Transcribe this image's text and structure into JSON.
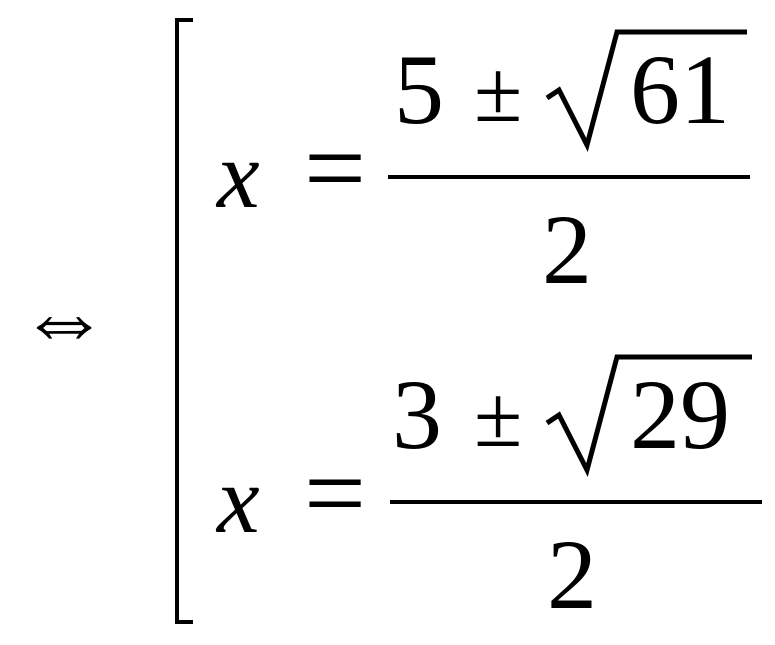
{
  "equivalence": {
    "symbol": "⇔",
    "icon": "double-arrow-icon"
  },
  "equations": [
    {
      "variable": "x",
      "relation": "=",
      "numerator_term": "5",
      "operator": "±",
      "radical_icon": "square-root-icon",
      "radicand": "61",
      "denominator": "2"
    },
    {
      "variable": "x",
      "relation": "=",
      "numerator_term": "3",
      "operator": "±",
      "radical_icon": "square-root-icon",
      "radicand": "29",
      "denominator": "2"
    }
  ],
  "colors": {
    "ink": "#000000",
    "background": "#ffffff"
  }
}
